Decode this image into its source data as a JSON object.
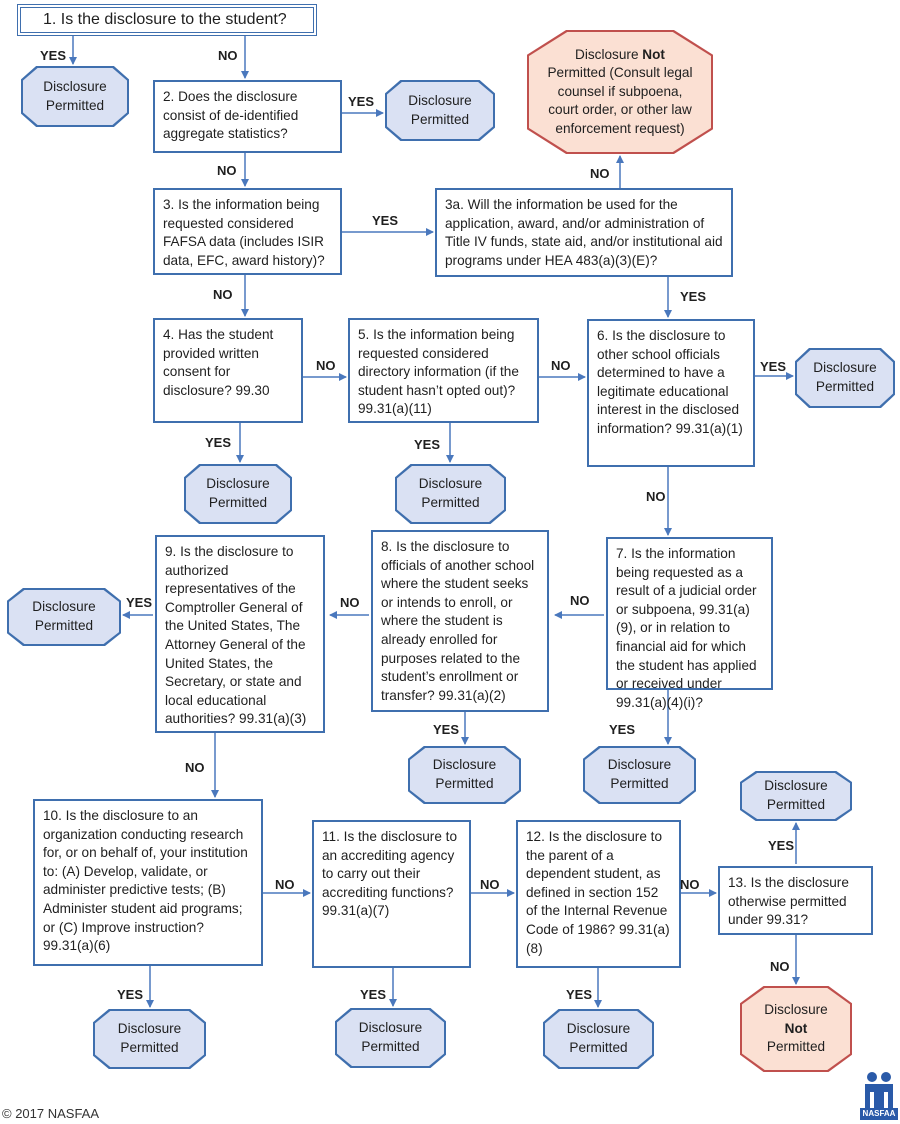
{
  "q1": "1. Is the disclosure to the student?",
  "q2": "2. Does the disclosure consist of de-identified aggregate statistics?",
  "q3": "3. Is the information being requested considered FAFSA data (includes ISIR data, EFC, award history)?",
  "q3a": "3a. Will the information be used for the application, award, and/or administration of Title IV funds, state aid, and/or institutional aid programs under HEA 483(a)(3)(E)?",
  "q4": "4. Has the student provided written consent for disclosure? 99.30",
  "q5": "5. Is the information being requested considered directory information (if the student hasn’t opted out)? 99.31(a)(11)",
  "q6": "6. Is the disclosure to other school officials determined to have a legitimate educational interest in the disclosed information? 99.31(a)(1)",
  "q7": "7. Is the information being requested as a result of a judicial order or subpoena, 99.31(a)(9), or in relation to financial aid for which the student has applied or received under 99.31(a)(4)(i)?",
  "q8": "8. Is the disclosure to officials of another school where the student seeks or intends to enroll, or where the student is already enrolled for purposes related to the student’s enrollment or transfer? 99.31(a)(2)",
  "q9": "9. Is the disclosure to authorized representatives of the Comptroller General of the United States, The Attorney General of the United States, the Secretary, or state and local educational authorities? 99.31(a)(3)",
  "q10": "10. Is the disclosure to an organization conducting research for, or on behalf of, your institution to: (A) Develop, validate, or administer predictive tests; (B) Administer student aid programs; or (C) Improve instruction? 99.31(a)(6)",
  "q11": "11. Is the disclosure to an accrediting agency to carry out their accrediting functions? 99.31(a)(7)",
  "q12": "12. Is the disclosure to the parent of a dependent student, as defined in section 152 of the Internal Revenue Code of 1986? 99.31(a)(8)",
  "q13": "13. Is the disclosure otherwise permitted under 99.31?",
  "permitted_line1": "Disclosure",
  "permitted_line2": "Permitted",
  "not_permitted_top_pre": "Disclosure ",
  "not_permitted_top_bold": "Not",
  "not_permitted_top_post": " Permitted (Consult legal counsel if subpoena, court order, or other law enforcement request)",
  "not_permitted_bottom_line1": "Disclosure",
  "not_permitted_bottom_line2": "Not",
  "not_permitted_bottom_line3": "Permitted",
  "yes": "YES",
  "no": "NO",
  "copyright": "© 2017 NASFAA",
  "logo_text": "NASFAA",
  "colors": {
    "box_border": "#3f6fae",
    "permitted_fill": "#dae1f3",
    "not_permitted_fill": "#fbe0d3",
    "not_permitted_border": "#c0504d"
  }
}
